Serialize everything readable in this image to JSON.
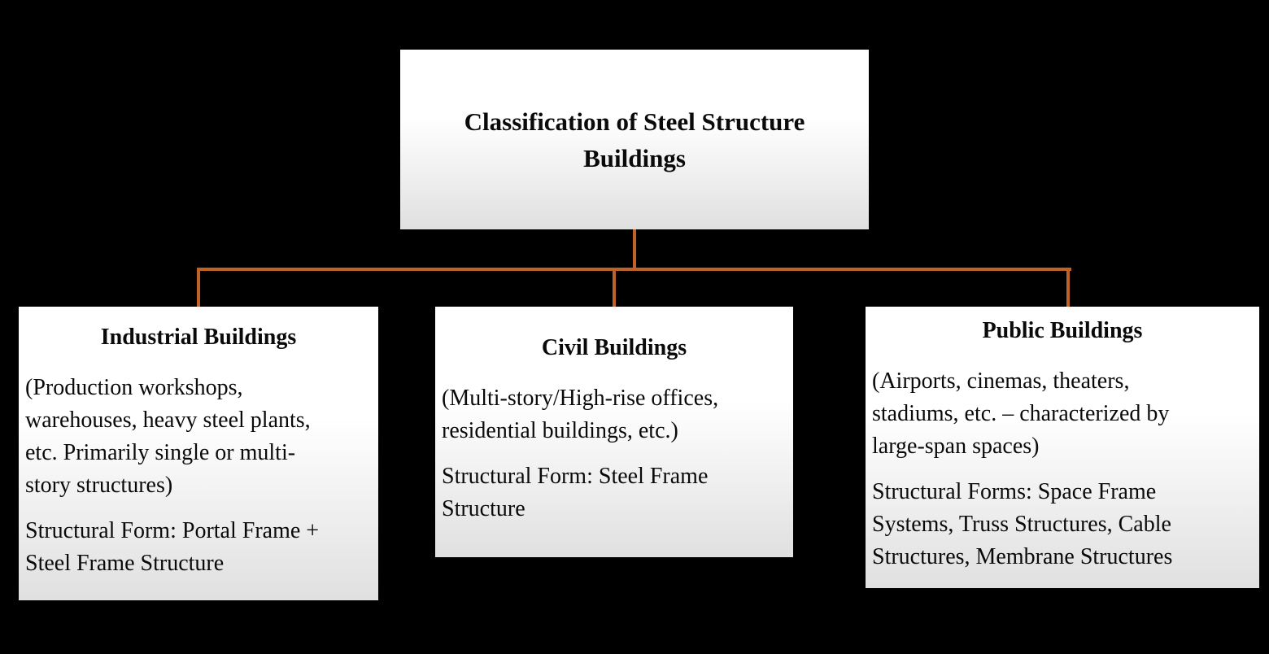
{
  "diagram": {
    "background_color": "#000000",
    "connector_color": "#BF6227",
    "box_fill_top": "#FFFFFF",
    "box_fill_bottom": "#E0E0E0",
    "root": {
      "title": "Classification of Steel Structure\nBuildings"
    },
    "branches": [
      {
        "title": "Industrial Buildings",
        "paragraphs": [
          "(Production workshops,\nwarehouses, heavy steel plants,\netc. Primarily single or multi-\nstory structures)",
          "Structural Form: Portal Frame +\nSteel Frame Structure"
        ]
      },
      {
        "title": "Civil Buildings",
        "paragraphs": [
          "(Multi-story/High-rise offices,\nresidential buildings, etc.)",
          "Structural Form: Steel Frame\nStructure"
        ]
      },
      {
        "title": "Public Buildings",
        "paragraphs": [
          "(Airports, cinemas, theaters,\nstadiums, etc. – characterized by\nlarge-span spaces)",
          "Structural Forms: Space Frame\nSystems, Truss Structures, Cable\nStructures, Membrane Structures"
        ]
      }
    ]
  }
}
